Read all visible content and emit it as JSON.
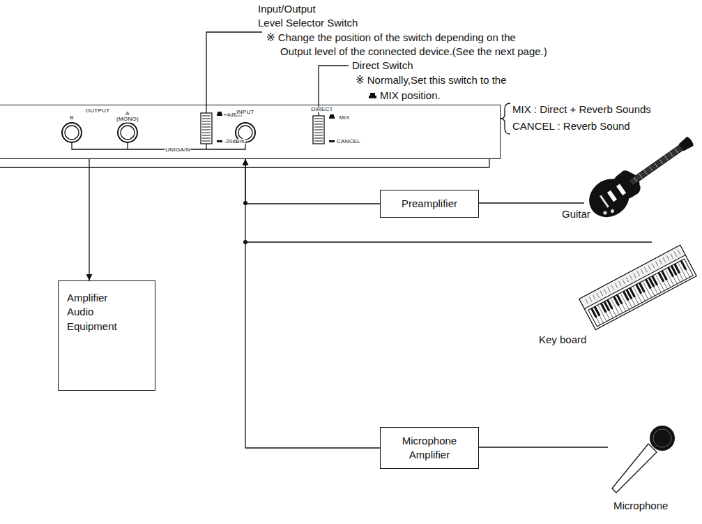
{
  "diagram": {
    "nodes": [
      {
        "text": [
          "OUTPUT",
          "B",
          "A (MONO)",
          "+4dBm",
          "-20dBm",
          "UNIGAIN",
          "INPUT",
          "DIRECT",
          "MIX",
          "CANCEL"
        ]
      },
      {
        "text": [
          "Amplifier Audio Equipment"
        ]
      },
      {
        "text": [
          "Preamplifier"
        ]
      },
      {
        "text": [
          "Microphone Amplifier"
        ]
      }
    ],
    "edges": [
      {
        "from": 0,
        "to": 1,
        "arrow": "to"
      },
      {
        "from": 2,
        "to": 0,
        "arrow": "to"
      },
      {
        "from": 3,
        "to": 0,
        "arrow": "to"
      }
    ],
    "labels": [
      "Input/Output",
      "Level Selector Switch",
      "※ Change the position of the switch depending on the",
      "Output level of the connected device.(See the next page.)",
      "Direct Switch",
      "※ Normally,Set this switch to the",
      "MIX position.",
      "MIX : Direct + Reverb Sounds",
      "CANCEL : Reverb Sound",
      "Guitar",
      "Key board",
      "Microphone"
    ]
  }
}
